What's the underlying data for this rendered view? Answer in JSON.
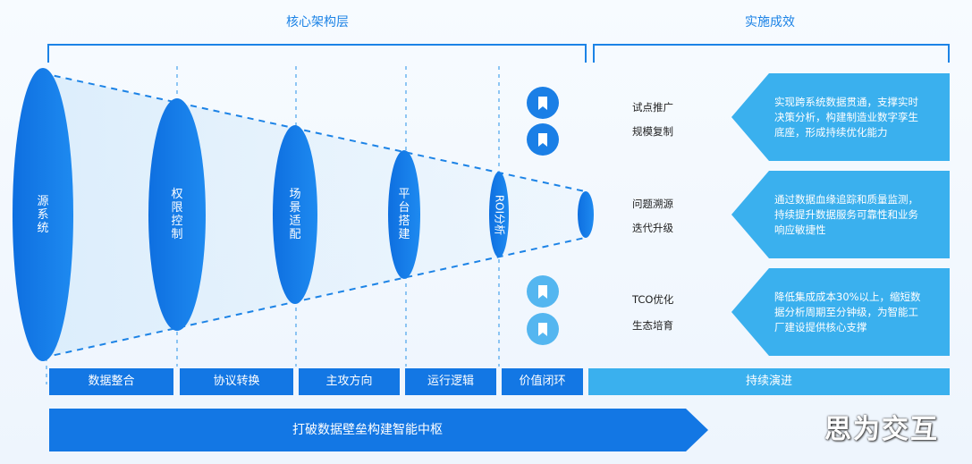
{
  "header": {
    "core": "核心架构层",
    "impl": "实施成效"
  },
  "cone": {
    "labels": [
      "源系统",
      "权限控制",
      "场景适配",
      "平台搭建",
      "ROI分析"
    ]
  },
  "bottom_bars": [
    "数据整合",
    "协议转换",
    "主攻方向",
    "运行逻辑",
    "价值闭环"
  ],
  "sustain": "持续演进",
  "arrow_text": "打破数据壁垒构建智能中枢",
  "pairs": [
    {
      "a": "试点推广",
      "b": "规模复制"
    },
    {
      "a": "问题溯源",
      "b": "迭代升级"
    },
    {
      "a": "TCO优化",
      "b": "生态培育"
    }
  ],
  "results": [
    {
      "lines": [
        "实现跨系统数据贯通，支撑实时",
        "决策分析，构建制造业数字孪生",
        "底座，形成持续优化能力"
      ]
    },
    {
      "lines": [
        "通过数据血缘追踪和质量监测，",
        "持续提升数据服务可靠性和业务",
        "响应敏捷性"
      ]
    },
    {
      "lines": [
        "降低集成成本30%以上，缩短数",
        "据分析周期至分钟级，为智能工",
        "厂建设提供核心支撑"
      ]
    }
  ],
  "icons": [
    "bookmark-icon",
    "bookmark-icon",
    "bookmark-icon",
    "bookmark-icon"
  ],
  "watermark": "思为交互",
  "colors": {
    "blue": "#1c83e6",
    "dark_ell": "#0f6fde",
    "light_bar": "#3ab0ee",
    "icon_dark": "#1a7fe6",
    "icon_light": "#54b6f0"
  }
}
